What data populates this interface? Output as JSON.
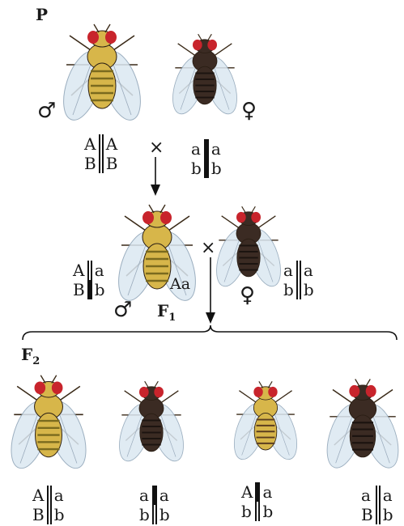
{
  "generations": {
    "p": "P",
    "f1": "F",
    "f1_sub": "1",
    "f2": "F",
    "f2_sub": "2"
  },
  "symbols": {
    "male": "♂",
    "female": "♀",
    "cross": "×"
  },
  "parents": {
    "male": {
      "top_left": "A",
      "top_right": "A",
      "bottom_left": "B",
      "bottom_right": "B"
    },
    "female": {
      "top_left": "a",
      "top_right": "a",
      "bottom_left": "b",
      "bottom_right": "b"
    }
  },
  "f1": {
    "male": {
      "top_left": "A",
      "top_right": "a",
      "bottom_left": "B",
      "bottom_right": "b"
    },
    "female": {
      "top_left": "a",
      "top_right": "a",
      "bottom_left": "b",
      "bottom_right": "b"
    },
    "extra_label": "Aa"
  },
  "f2": [
    {
      "top_left": "A",
      "top_right": "a",
      "bottom_left": "B",
      "bottom_right": "b"
    },
    {
      "top_left": "a",
      "top_right": "a",
      "bottom_left": "b",
      "bottom_right": "b"
    },
    {
      "top_left": "A",
      "top_right": "a",
      "bottom_left": "b",
      "bottom_right": "b"
    },
    {
      "top_left": "a",
      "top_right": "a",
      "bottom_left": "B",
      "bottom_right": "b"
    }
  ],
  "colors": {
    "wild_body": "#d7b64a",
    "wild_stripe": "#7a6a1e",
    "dark_body": "#3b2b23",
    "dark_stripe": "#1c1410",
    "eye": "#c8242c",
    "wing": "#dbe8f2"
  }
}
